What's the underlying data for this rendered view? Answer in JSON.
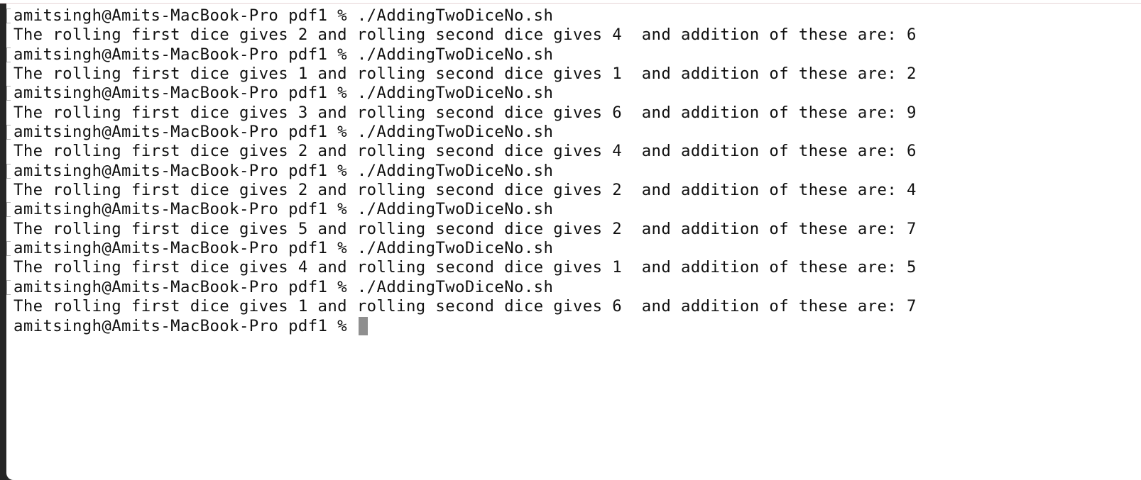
{
  "terminal": {
    "prompt": "amitsingh@Amits-MacBook-Pro pdf1 %",
    "command": "./AddingTwoDiceNo.sh",
    "runs": [
      {
        "output": "The rolling first dice gives 2 and rolling second dice gives 4  and addition of these are: 6"
      },
      {
        "output": "The rolling first dice gives 1 and rolling second dice gives 1  and addition of these are: 2"
      },
      {
        "output": "The rolling first dice gives 3 and rolling second dice gives 6  and addition of these are: 9"
      },
      {
        "output": "The rolling first dice gives 2 and rolling second dice gives 4  and addition of these are: 6"
      },
      {
        "output": "The rolling first dice gives 2 and rolling second dice gives 2  and addition of these are: 4"
      },
      {
        "output": "The rolling first dice gives 5 and rolling second dice gives 2  and addition of these are: 7"
      },
      {
        "output": "The rolling first dice gives 4 and rolling second dice gives 1  and addition of these are: 5"
      },
      {
        "output": "The rolling first dice gives 1 and rolling second dice gives 6  and addition of these are: 7"
      }
    ],
    "final_prompt": "amitsingh@Amits-MacBook-Pro pdf1 %"
  }
}
